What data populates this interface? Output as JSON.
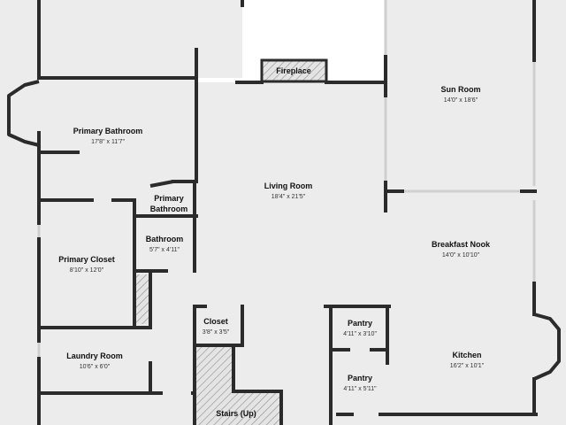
{
  "plan": {
    "colors": {
      "wall": "#2b2b2b",
      "floor": "#ececec",
      "exterior": "#ffffff",
      "window": "#cfcfcf",
      "stairs_hatch": "#9a9a9a"
    },
    "fireplace": {
      "label": "Fireplace"
    },
    "stairs": {
      "label": "Stairs (Up)"
    },
    "rooms": {
      "sun_room": {
        "label": "Sun Room",
        "dim": "14'0\" x 18'6\""
      },
      "primary_bathroom": {
        "label": "Primary Bathroom",
        "dim": "17'8\" x 11'7\""
      },
      "living_room": {
        "label": "Living Room",
        "dim": "18'4\" x 21'5\""
      },
      "primary_bathroom_small": {
        "label_line1": "Primary",
        "label_line2": "Bathroom"
      },
      "bathroom": {
        "label": "Bathroom",
        "dim": "5'7\" x 4'11\""
      },
      "breakfast_nook": {
        "label": "Breakfast Nook",
        "dim": "14'0\" x 10'10\""
      },
      "primary_closet": {
        "label": "Primary Closet",
        "dim": "8'10\" x 12'0\""
      },
      "closet": {
        "label": "Closet",
        "dim": "3'8\" x 3'5\""
      },
      "pantry_1": {
        "label": "Pantry",
        "dim": "4'11\" x 3'10\""
      },
      "kitchen": {
        "label": "Kitchen",
        "dim": "16'2\" x 10'1\""
      },
      "laundry_room": {
        "label": "Laundry Room",
        "dim": "10'6\" x 6'0\""
      },
      "pantry_2": {
        "label": "Pantry",
        "dim": "4'11\" x 5'11\""
      }
    }
  }
}
